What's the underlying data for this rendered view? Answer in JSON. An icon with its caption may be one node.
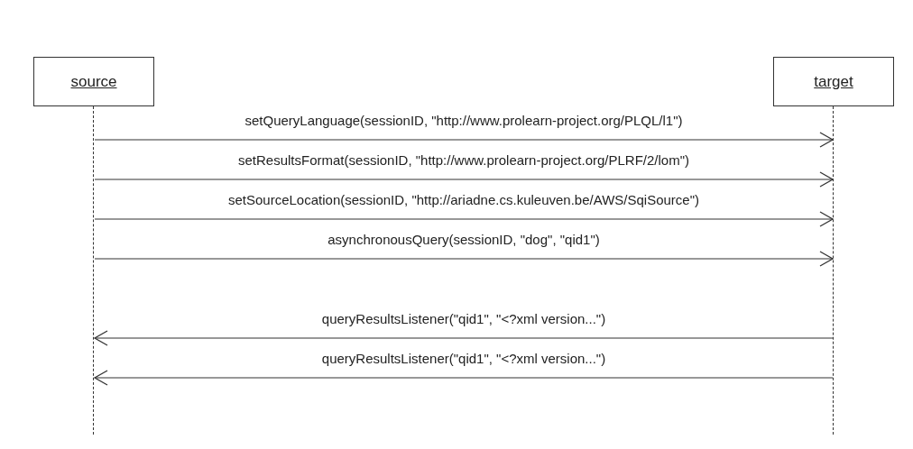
{
  "diagram": {
    "nodes": [
      {
        "text": [
          "source"
        ]
      },
      {
        "text": [
          "target"
        ]
      },
      {
        "text": [],
        "shape": "line"
      },
      {
        "text": [],
        "shape": "line"
      }
    ],
    "edges": [
      {
        "from": 2,
        "to": 3,
        "arrow": "to",
        "label": "setQueryLanguage(sessionID, \"http://www.prolearn-project.org/PLQL/l1\")"
      },
      {
        "from": 2,
        "to": 3,
        "arrow": "to",
        "label": "setResultsFormat(sessionID, \"http://www.prolearn-project.org/PLRF/2/lom\")"
      },
      {
        "from": 2,
        "to": 3,
        "arrow": "to",
        "label": "setSourceLocation(sessionID, \"http://ariadne.cs.kuleuven.be/AWS/SqiSource\")"
      },
      {
        "from": 2,
        "to": 3,
        "arrow": "to",
        "label": "asynchronousQuery(sessionID, \"dog\", \"qid1\")"
      },
      {
        "from": 3,
        "to": 2,
        "arrow": "to",
        "label": "queryResultsListener(\"qid1\", \"<?xml version...\")"
      },
      {
        "from": 3,
        "to": 2,
        "arrow": "to",
        "label": "queryResultsListener(\"qid1\", \"<?xml version...\")"
      }
    ]
  }
}
